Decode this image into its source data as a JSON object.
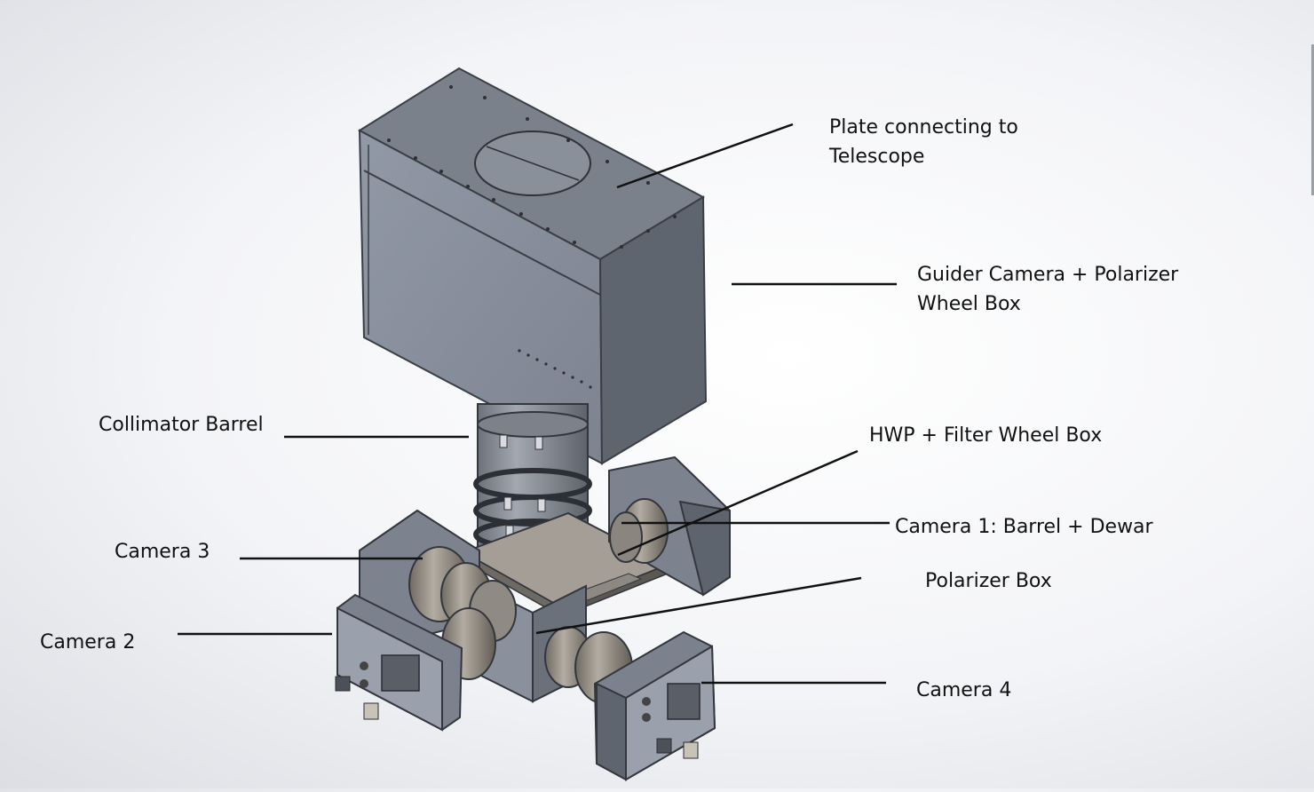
{
  "labels": {
    "plate": [
      "Plate connecting to",
      "Telescope"
    ],
    "guider": [
      "Guider Camera + Polarizer",
      "Wheel Box"
    ],
    "collimator": "Collimator Barrel",
    "hwp": "HWP + Filter Wheel Box",
    "camera1": "Camera 1: Barrel + Dewar",
    "camera3": "Camera 3",
    "polarizer": "Polarizer Box",
    "camera2": "Camera 2",
    "camera4": "Camera 4"
  },
  "colors": {
    "box_top": "#7b818b",
    "box_front": "#8d93a0",
    "box_side": "#5f656f",
    "barrel": "#8a8f98",
    "brass": "#9c948a",
    "leader": "#111111"
  }
}
